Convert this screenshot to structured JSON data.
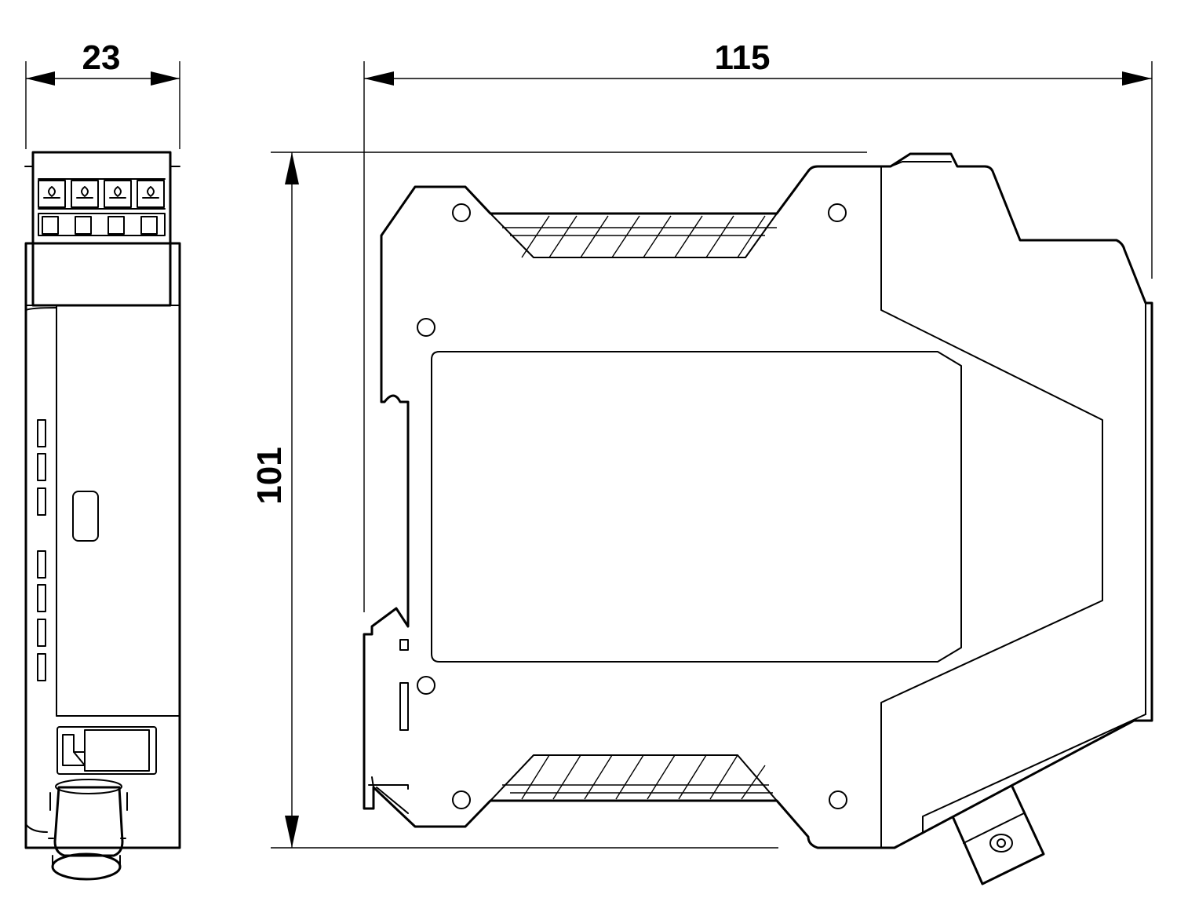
{
  "dimensions": {
    "width_front": "23",
    "width_side": "115",
    "height": "101"
  }
}
